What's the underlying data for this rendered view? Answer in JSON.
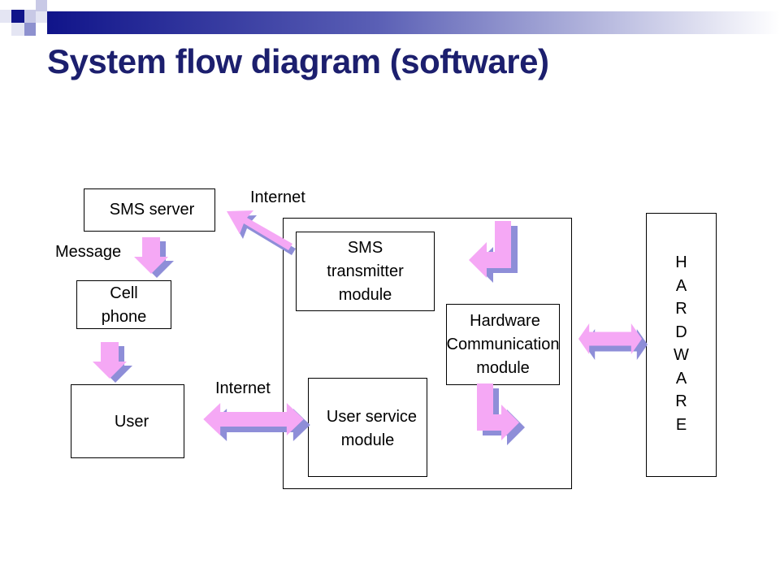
{
  "title": "System flow diagram (software)",
  "diagram": {
    "sms_server": "SMS server",
    "message": "Message",
    "cell_phone": [
      "Cell",
      "phone"
    ],
    "user": "User",
    "internet_top": "Internet",
    "internet_bottom": "Internet",
    "sms_transmitter": [
      "SMS",
      "transmitter",
      "module"
    ],
    "hardware_comm": [
      "Hardware",
      "Communication",
      "module"
    ],
    "user_service": [
      "User service",
      "module"
    ],
    "hardware": [
      "H",
      "A",
      "R",
      "D",
      "W",
      "A",
      "R",
      "E"
    ]
  },
  "colors": {
    "title": "#1c1f6e",
    "arrow_fill": "#f5a8f5",
    "arrow_shadow": "#8e8ed8",
    "header_bar": "#10148a"
  }
}
